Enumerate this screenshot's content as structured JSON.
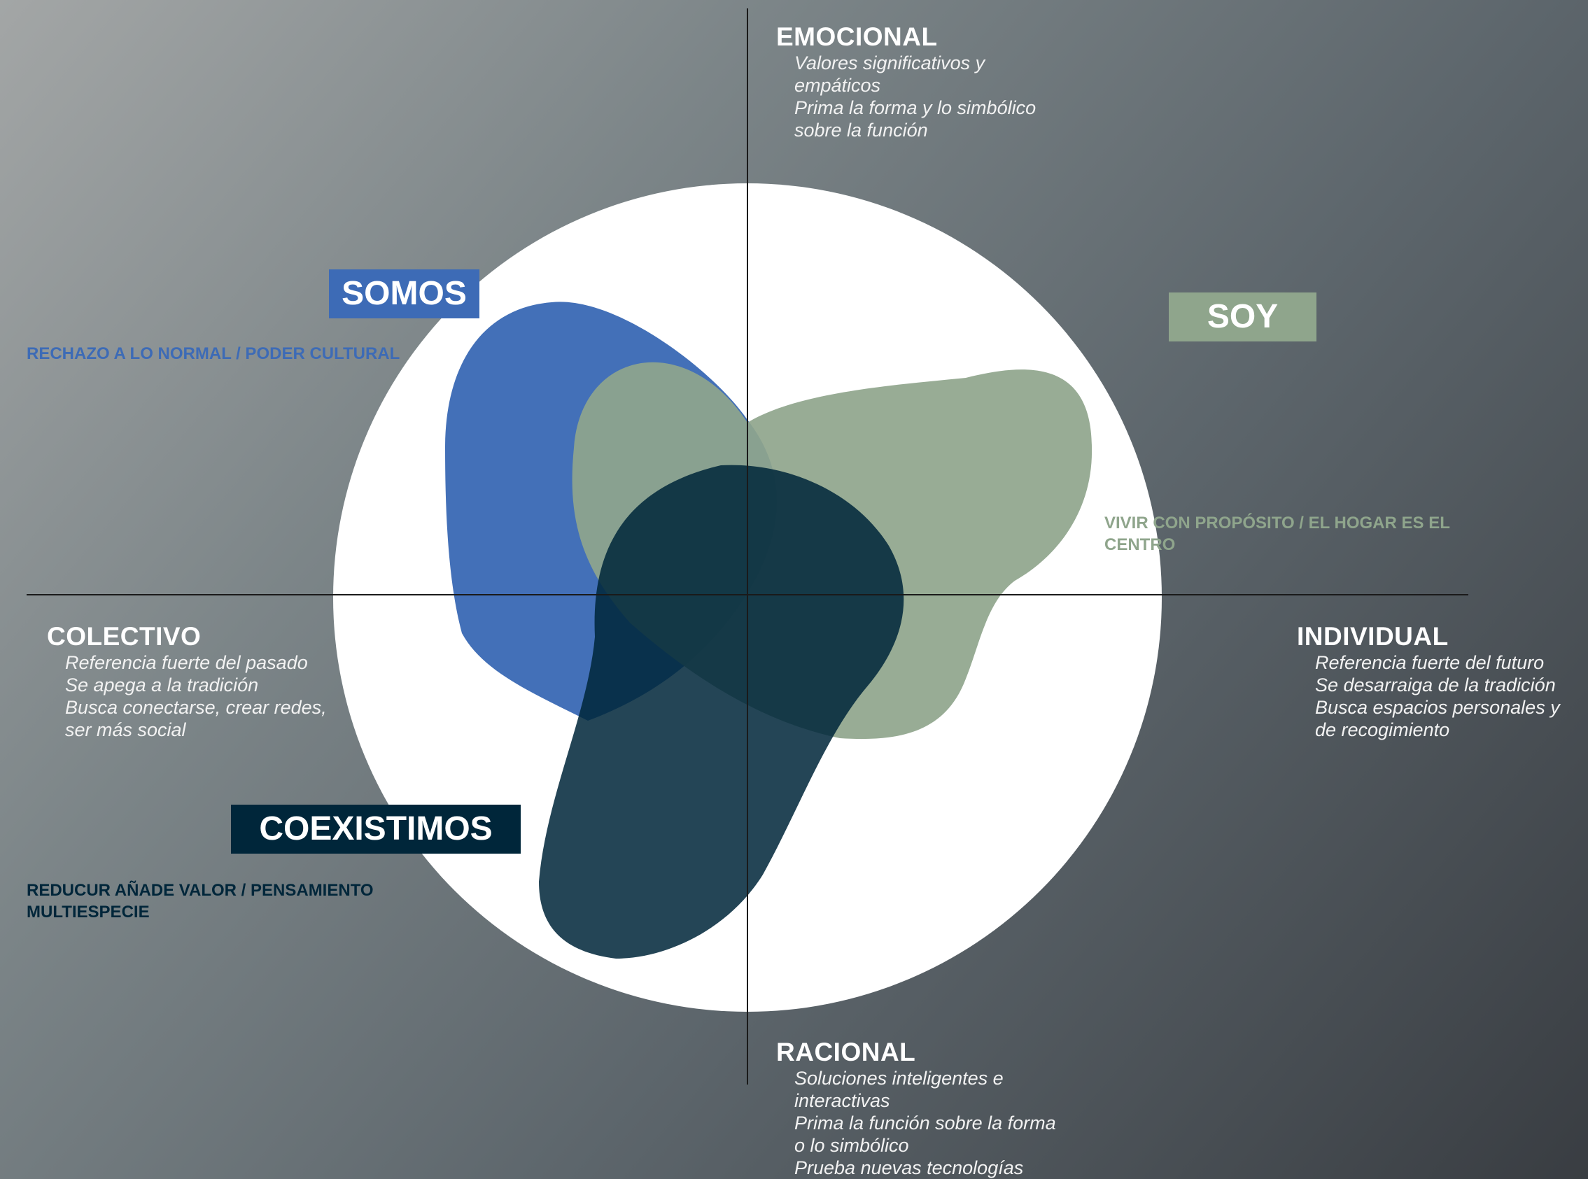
{
  "axes": {
    "top": {
      "title": "EMOCIONAL",
      "lines": [
        "Valores significativos y",
        "empáticos",
        "Prima la forma y lo simbólico",
        "sobre la función"
      ]
    },
    "bottom": {
      "title": "RACIONAL",
      "lines": [
        "Soluciones inteligentes e",
        "interactivas",
        "Prima la función sobre la forma",
        "o lo simbólico",
        "Prueba nuevas tecnologías"
      ]
    },
    "left": {
      "title": "COLECTIVO",
      "lines": [
        "Referencia fuerte del pasado",
        "Se apega a la tradición",
        "Busca conectarse, crear redes,",
        "ser más social"
      ]
    },
    "right": {
      "title": "INDIVIDUAL",
      "lines": [
        "Referencia fuerte del futuro",
        "Se desarraiga de la tradición",
        "Busca espacios personales y",
        "de recogimiento"
      ]
    }
  },
  "groups": {
    "somos": {
      "label": "SOMOS",
      "desc": "RECHAZO A LO NORMAL / PODER CULTURAL",
      "color": "#3d6bb6"
    },
    "soy": {
      "label": "SOY",
      "desc": "VIVIR CON PROPÓSITO / EL HOGAR ES EL CENTRO",
      "color": "#8fa58c"
    },
    "coexistimos": {
      "label": "COEXISTIMOS",
      "desc": "REDUCUR AÑADE VALOR / PENSAMIENTO MULTIESPECIE",
      "color": "#00263a"
    }
  }
}
